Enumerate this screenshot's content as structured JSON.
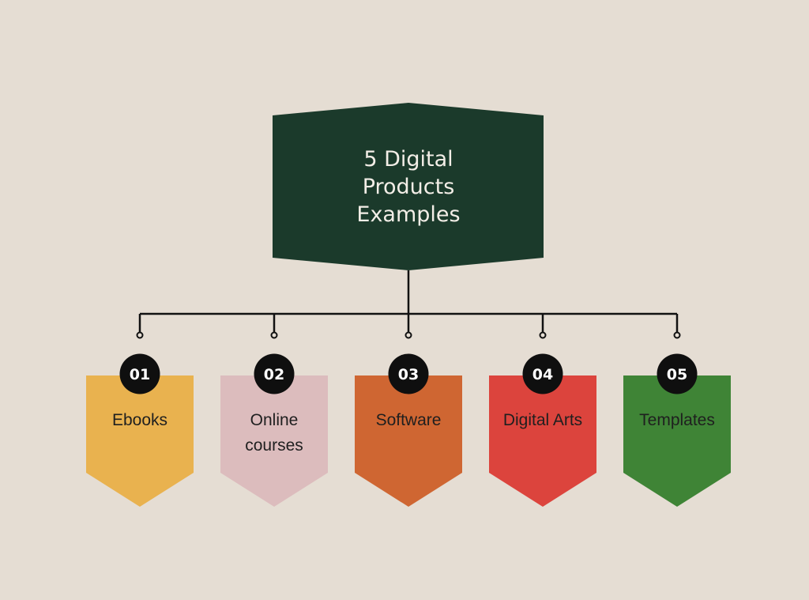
{
  "title": {
    "lines": [
      "5 Digital",
      "Products",
      "Examples"
    ],
    "color": "#1b3a2b"
  },
  "items": [
    {
      "number": "01",
      "label_lines": [
        "Ebooks"
      ],
      "color": "#e9b24f"
    },
    {
      "number": "02",
      "label_lines": [
        "Online",
        "courses"
      ],
      "color": "#dcbcbd"
    },
    {
      "number": "03",
      "label_lines": [
        "Software"
      ],
      "color": "#cf6632"
    },
    {
      "number": "04",
      "label_lines": [
        "Digital Arts"
      ],
      "color": "#dc443d"
    },
    {
      "number": "05",
      "label_lines": [
        "Templates"
      ],
      "color": "#3f8436"
    }
  ],
  "badge_color": "#0f0f0f",
  "connector_color": "#111111"
}
